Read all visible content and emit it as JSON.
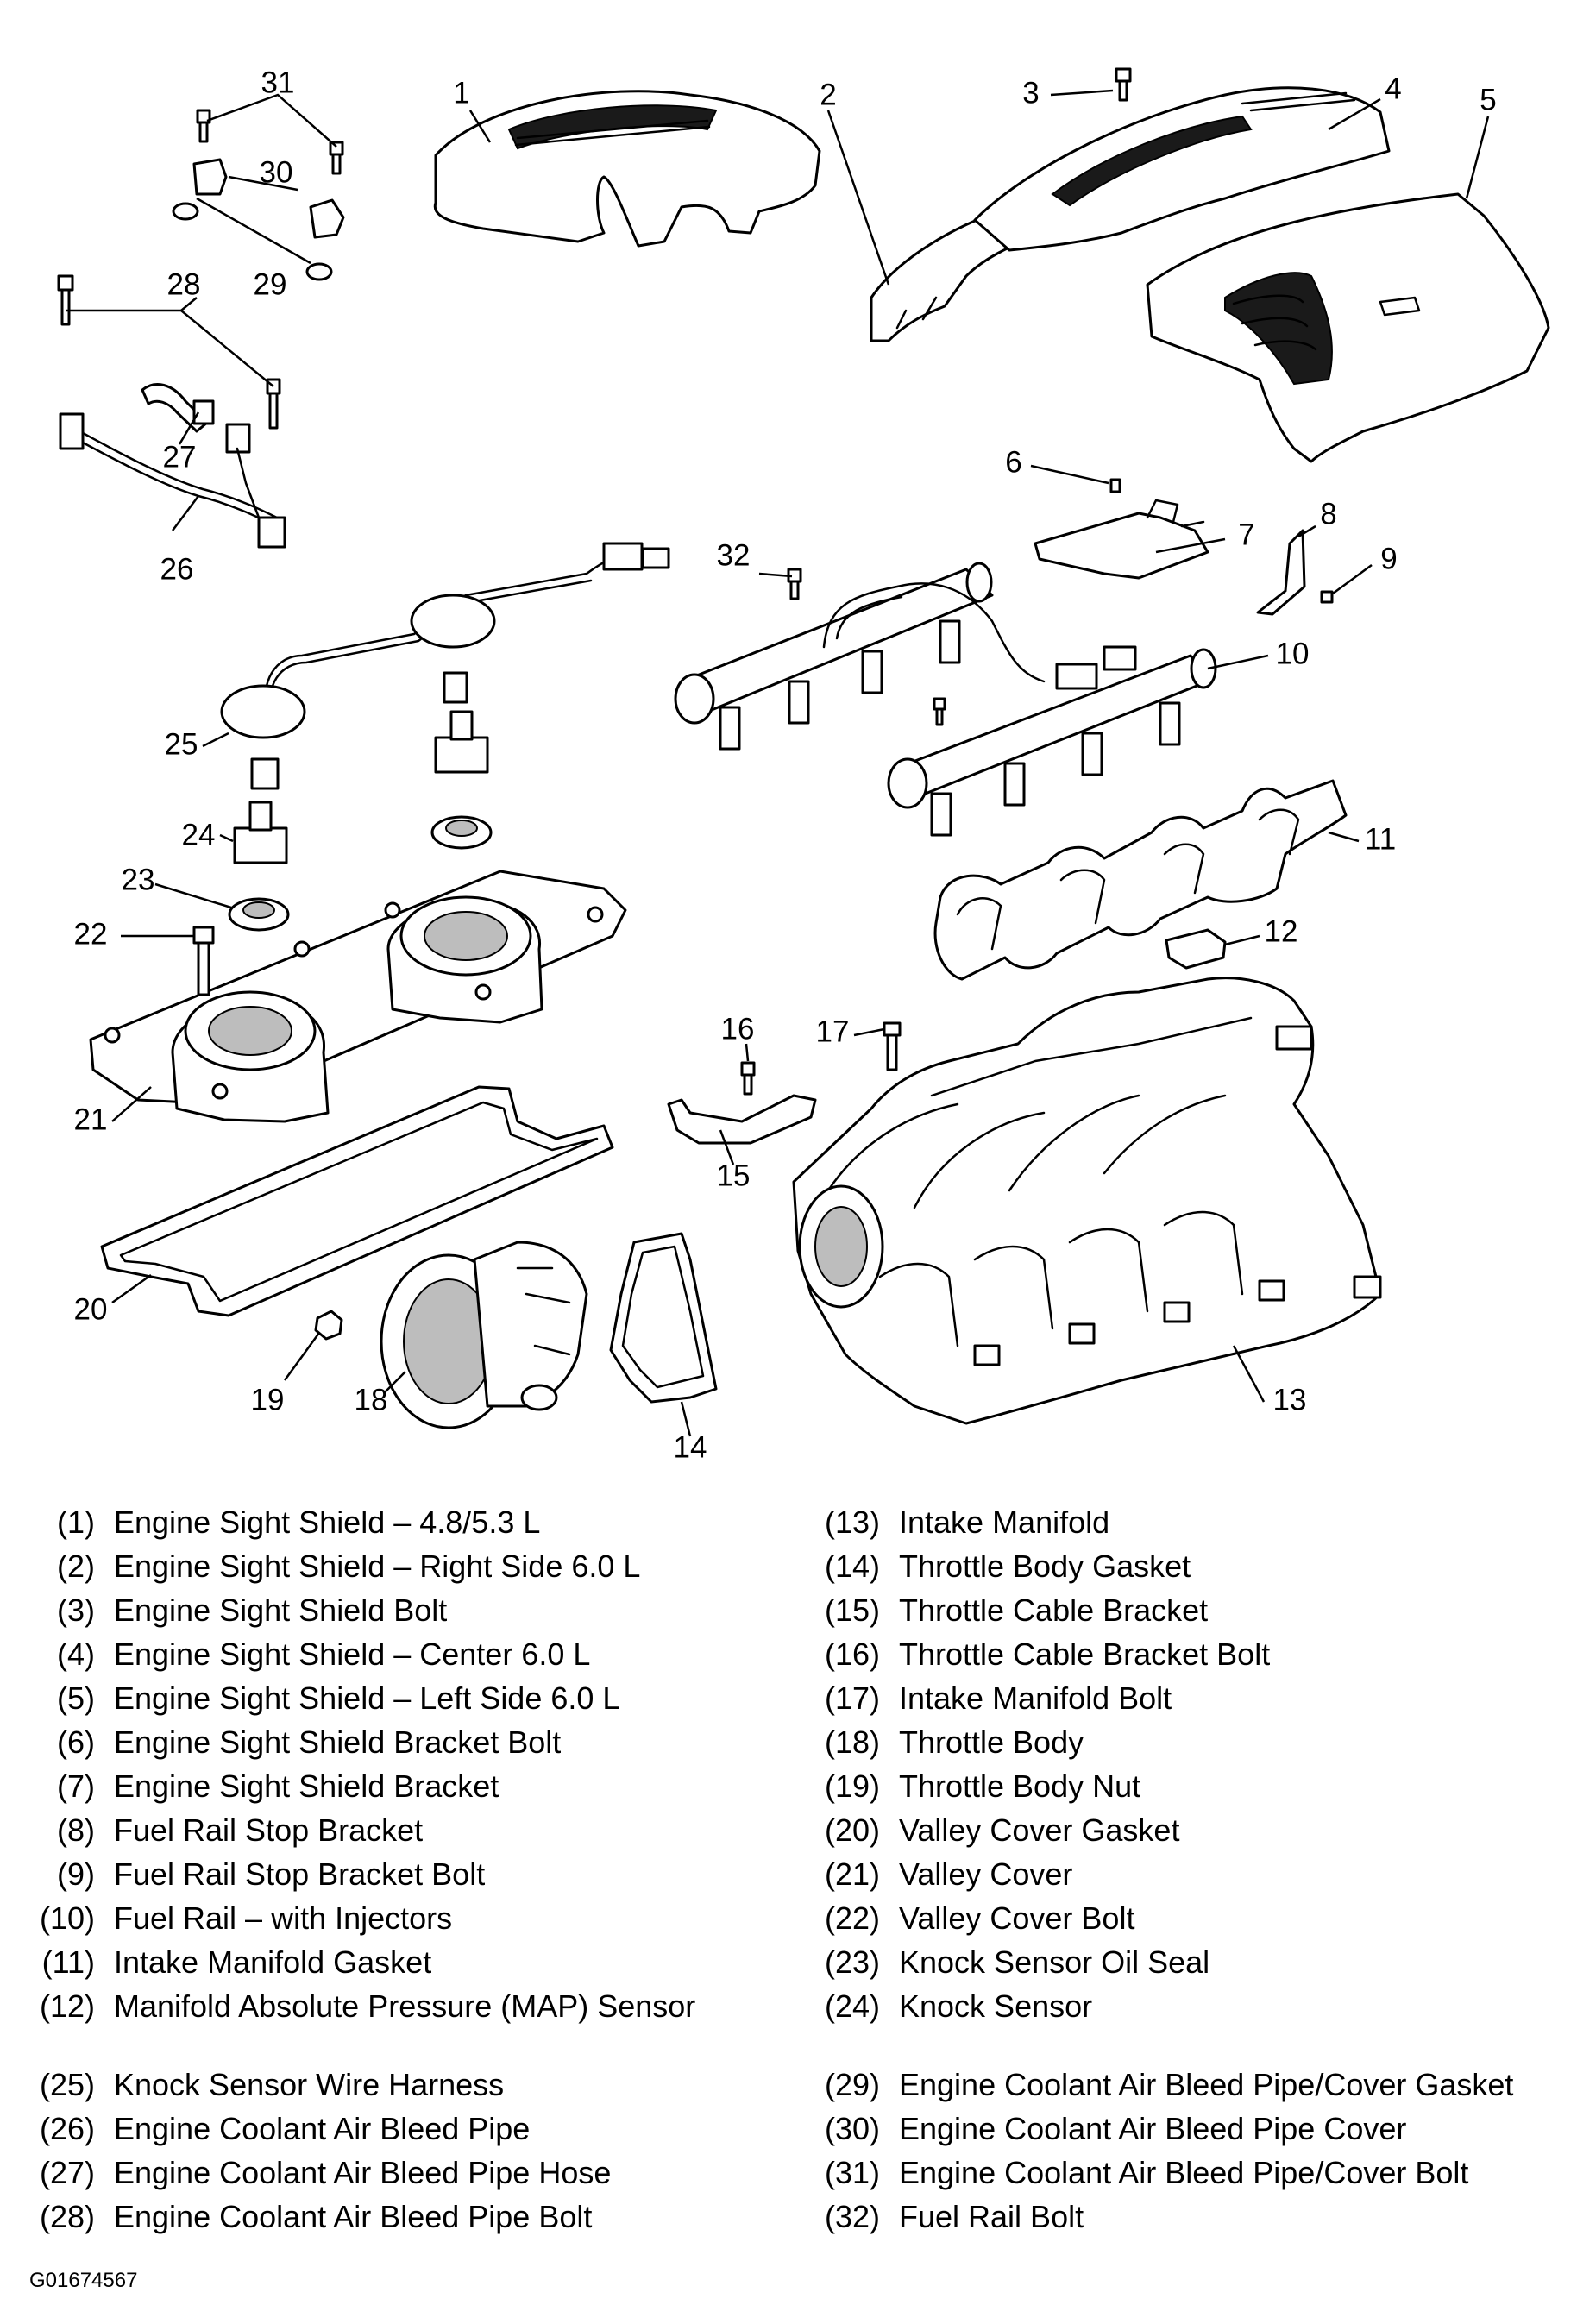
{
  "figure_id": "G01674567",
  "callouts": [
    {
      "num": "1"
    },
    {
      "num": "2"
    },
    {
      "num": "3"
    },
    {
      "num": "4"
    },
    {
      "num": "5"
    },
    {
      "num": "6"
    },
    {
      "num": "7"
    },
    {
      "num": "8"
    },
    {
      "num": "9"
    },
    {
      "num": "10"
    },
    {
      "num": "11"
    },
    {
      "num": "12"
    },
    {
      "num": "13"
    },
    {
      "num": "14"
    },
    {
      "num": "15"
    },
    {
      "num": "16"
    },
    {
      "num": "17"
    },
    {
      "num": "18"
    },
    {
      "num": "19"
    },
    {
      "num": "20"
    },
    {
      "num": "21"
    },
    {
      "num": "22"
    },
    {
      "num": "23"
    },
    {
      "num": "24"
    },
    {
      "num": "25"
    },
    {
      "num": "26"
    },
    {
      "num": "27"
    },
    {
      "num": "28"
    },
    {
      "num": "29"
    },
    {
      "num": "30"
    },
    {
      "num": "31"
    },
    {
      "num": "32"
    }
  ],
  "legend": {
    "left": [
      {
        "num": "(1)",
        "text": "Engine Sight Shield – 4.8/5.3 L"
      },
      {
        "num": "(2)",
        "text": "Engine Sight Shield – Right Side 6.0 L"
      },
      {
        "num": "(3)",
        "text": "Engine Sight Shield Bolt"
      },
      {
        "num": "(4)",
        "text": "Engine Sight Shield – Center 6.0 L"
      },
      {
        "num": "(5)",
        "text": "Engine Sight Shield – Left Side 6.0 L"
      },
      {
        "num": "(6)",
        "text": "Engine Sight Shield Bracket Bolt"
      },
      {
        "num": "(7)",
        "text": "Engine Sight Shield Bracket"
      },
      {
        "num": "(8)",
        "text": "Fuel Rail Stop Bracket"
      },
      {
        "num": "(9)",
        "text": "Fuel Rail Stop Bracket Bolt"
      },
      {
        "num": "(10)",
        "text": "Fuel Rail – with Injectors"
      },
      {
        "num": "(11)",
        "text": "Intake Manifold Gasket"
      },
      {
        "num": "(12)",
        "text": "Manifold Absolute Pressure (MAP) Sensor"
      },
      {
        "num": "(25)",
        "text": "Knock Sensor Wire Harness"
      },
      {
        "num": "(26)",
        "text": "Engine Coolant Air Bleed Pipe"
      },
      {
        "num": "(27)",
        "text": "Engine Coolant Air Bleed Pipe Hose"
      },
      {
        "num": "(28)",
        "text": "Engine Coolant Air Bleed Pipe Bolt"
      }
    ],
    "right": [
      {
        "num": "(13)",
        "text": "Intake Manifold"
      },
      {
        "num": "(14)",
        "text": "Throttle Body Gasket"
      },
      {
        "num": "(15)",
        "text": "Throttle Cable Bracket"
      },
      {
        "num": "(16)",
        "text": "Throttle Cable Bracket Bolt"
      },
      {
        "num": "(17)",
        "text": "Intake Manifold Bolt"
      },
      {
        "num": "(18)",
        "text": "Throttle Body"
      },
      {
        "num": "(19)",
        "text": "Throttle Body Nut"
      },
      {
        "num": "(20)",
        "text": "Valley Cover Gasket"
      },
      {
        "num": "(21)",
        "text": "Valley Cover"
      },
      {
        "num": "(22)",
        "text": "Valley Cover Bolt"
      },
      {
        "num": "(23)",
        "text": "Knock Sensor Oil Seal"
      },
      {
        "num": "(24)",
        "text": "Knock Sensor"
      },
      {
        "num": "(29)",
        "text": "Engine Coolant Air Bleed Pipe/Cover Gasket"
      },
      {
        "num": "(30)",
        "text": "Engine Coolant Air Bleed Pipe Cover"
      },
      {
        "num": "(31)",
        "text": "Engine Coolant Air Bleed Pipe/Cover Bolt"
      },
      {
        "num": "(32)",
        "text": "Fuel Rail Bolt"
      }
    ]
  }
}
